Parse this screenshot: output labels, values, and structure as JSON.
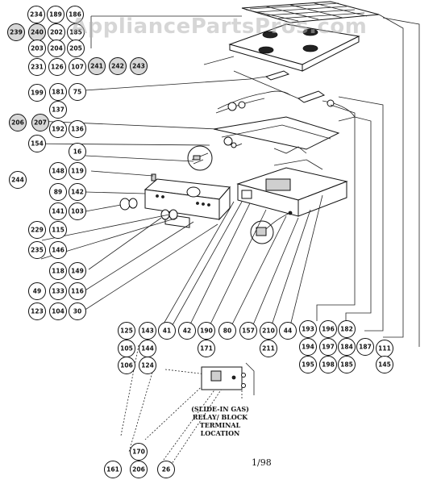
{
  "watermark": "AppliancePartsPros.com",
  "date_code": "1/98",
  "relay_note": {
    "line1": "(SLIDE-IN GAS)",
    "line2": "RELAY/ BLOCK TERMINAL",
    "line3": "LOCATION"
  },
  "callouts": [
    "234",
    "189",
    "186",
    "239",
    "240",
    "202",
    "185",
    "203",
    "204",
    "205",
    "231",
    "126",
    "107",
    "241",
    "242",
    "243",
    "199",
    "181",
    "75",
    "137",
    "206",
    "207",
    "192",
    "136",
    "154",
    "16",
    "148",
    "119",
    "244",
    "89",
    "142",
    "141",
    "103",
    "229",
    "115",
    "235",
    "146",
    "118",
    "149",
    "49",
    "133",
    "116",
    "123",
    "104",
    "30",
    "125",
    "143",
    "105",
    "144",
    "106",
    "124",
    "41",
    "42",
    "190",
    "171",
    "80",
    "157",
    "210",
    "211",
    "44",
    "193",
    "196",
    "182",
    "194",
    "197",
    "184",
    "187",
    "111",
    "195",
    "198",
    "185",
    "145",
    "170",
    "161",
    "206",
    "26"
  ]
}
